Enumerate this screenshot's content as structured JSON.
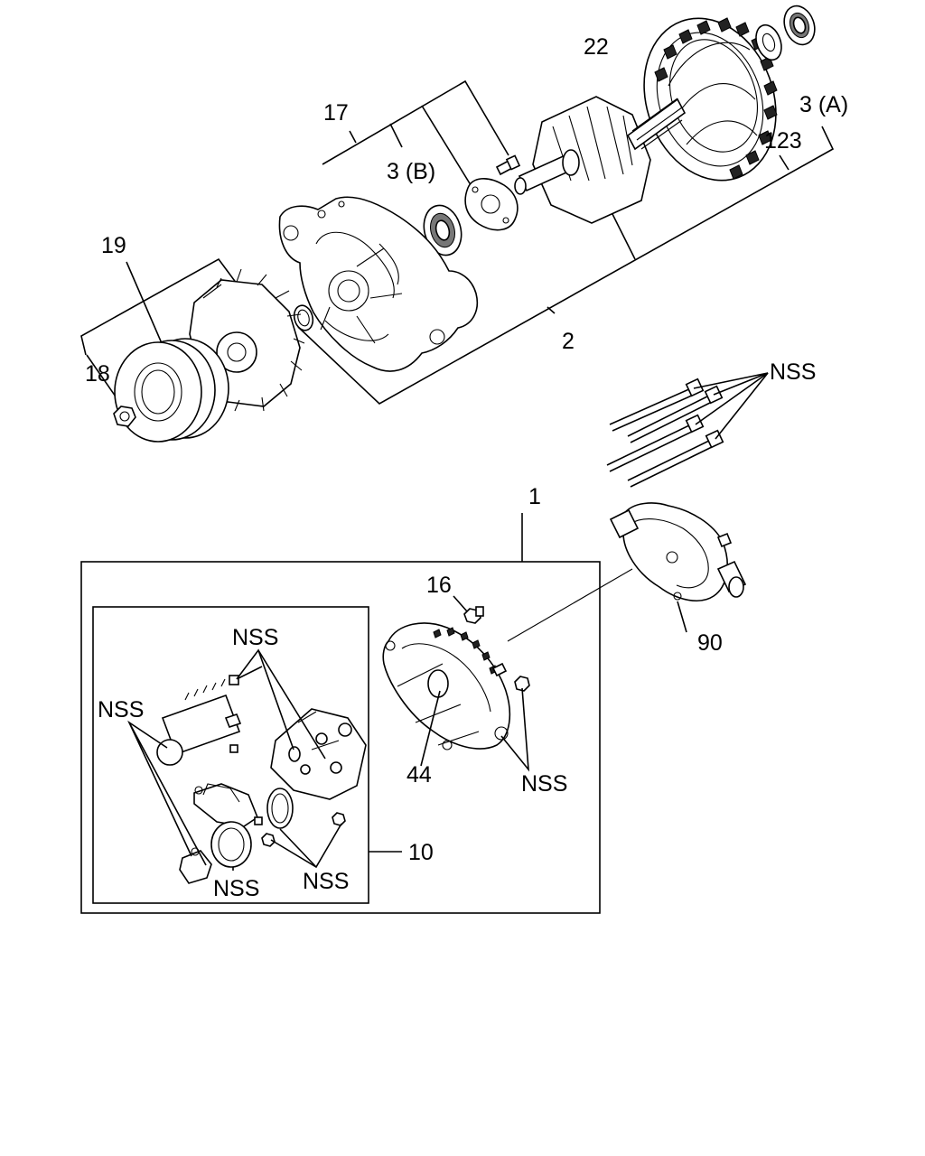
{
  "labels": {
    "p22": "22",
    "p3a": "3 (A)",
    "p123": "123",
    "p17": "17",
    "p3b": "3 (B)",
    "p19": "19",
    "p2": "2",
    "p18": "18",
    "nss_bolts": "NSS",
    "p1": "1",
    "p16": "16",
    "p90": "90",
    "nss_box_top": "NSS",
    "nss_box_left": "NSS",
    "p44": "44",
    "nss_frame": "NSS",
    "p10": "10",
    "nss_bottom_a": "NSS",
    "nss_bottom_b": "NSS"
  }
}
